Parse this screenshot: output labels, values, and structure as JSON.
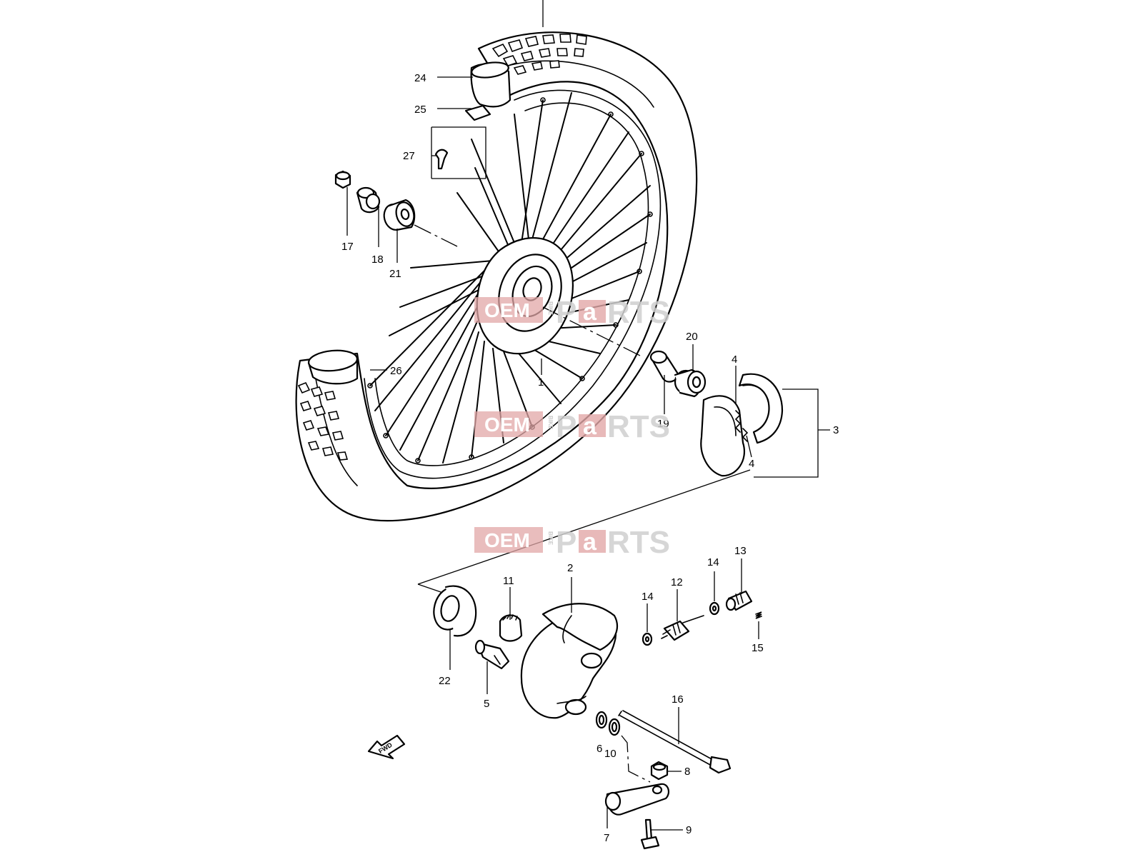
{
  "diagram": {
    "callouts": [
      "1",
      "2",
      "3",
      "4",
      "4",
      "5",
      "6",
      "7",
      "8",
      "9",
      "10",
      "11",
      "12",
      "13",
      "14",
      "14",
      "15",
      "16",
      "17",
      "18",
      "19",
      "20",
      "21",
      "22",
      "24",
      "25",
      "26",
      "27"
    ],
    "fwd_label": "FWD"
  },
  "watermark": {
    "oem": "OEM",
    "bike": "BIKE",
    "p": "P",
    "a": "a",
    "rts": "RTS"
  },
  "colors": {
    "line": "#000000",
    "watermark": "#e2a7a7",
    "background": "#ffffff"
  }
}
